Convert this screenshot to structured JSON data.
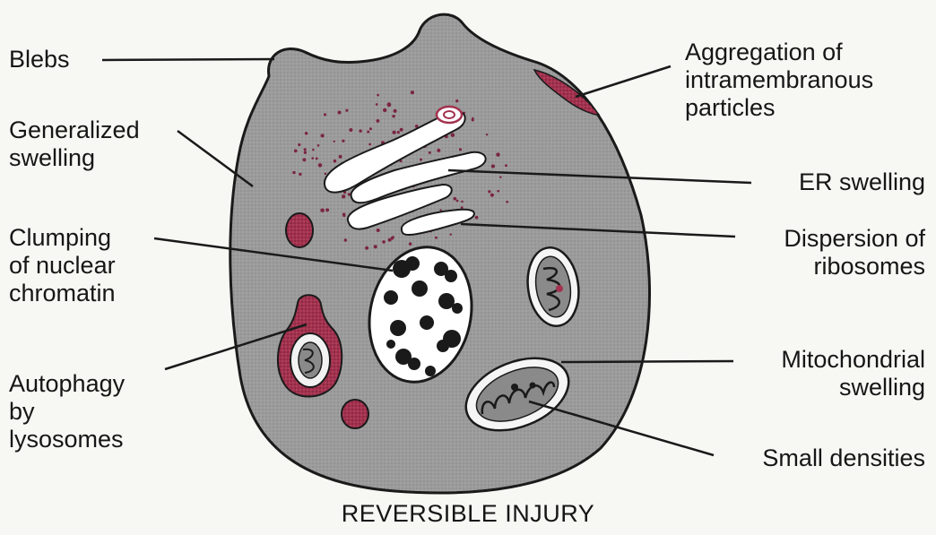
{
  "diagram": {
    "title": "REVERSIBLE INJURY",
    "labels": {
      "blebs": [
        "Blebs"
      ],
      "generalized_swelling": [
        "Generalized",
        "swelling"
      ],
      "clumping": [
        "Clumping",
        "of nuclear",
        "chromatin"
      ],
      "autophagy": [
        "Autophagy",
        "by",
        "lysosomes"
      ],
      "aggregation": [
        "Aggregation of",
        "intramembranous",
        "particles"
      ],
      "er_swelling": [
        "ER swelling"
      ],
      "ribosomes": [
        "Dispersion of",
        "ribosomes"
      ],
      "mito_swelling": [
        "Mitochondrial",
        "swelling"
      ],
      "small_densities": [
        "Small densities"
      ]
    },
    "colors": {
      "cytoplasm": "#9c9c9c",
      "outline": "#1a1a1a",
      "magenta": "#a3324f",
      "er_fill": "#ffffff",
      "background": "#f7f7f3"
    }
  }
}
